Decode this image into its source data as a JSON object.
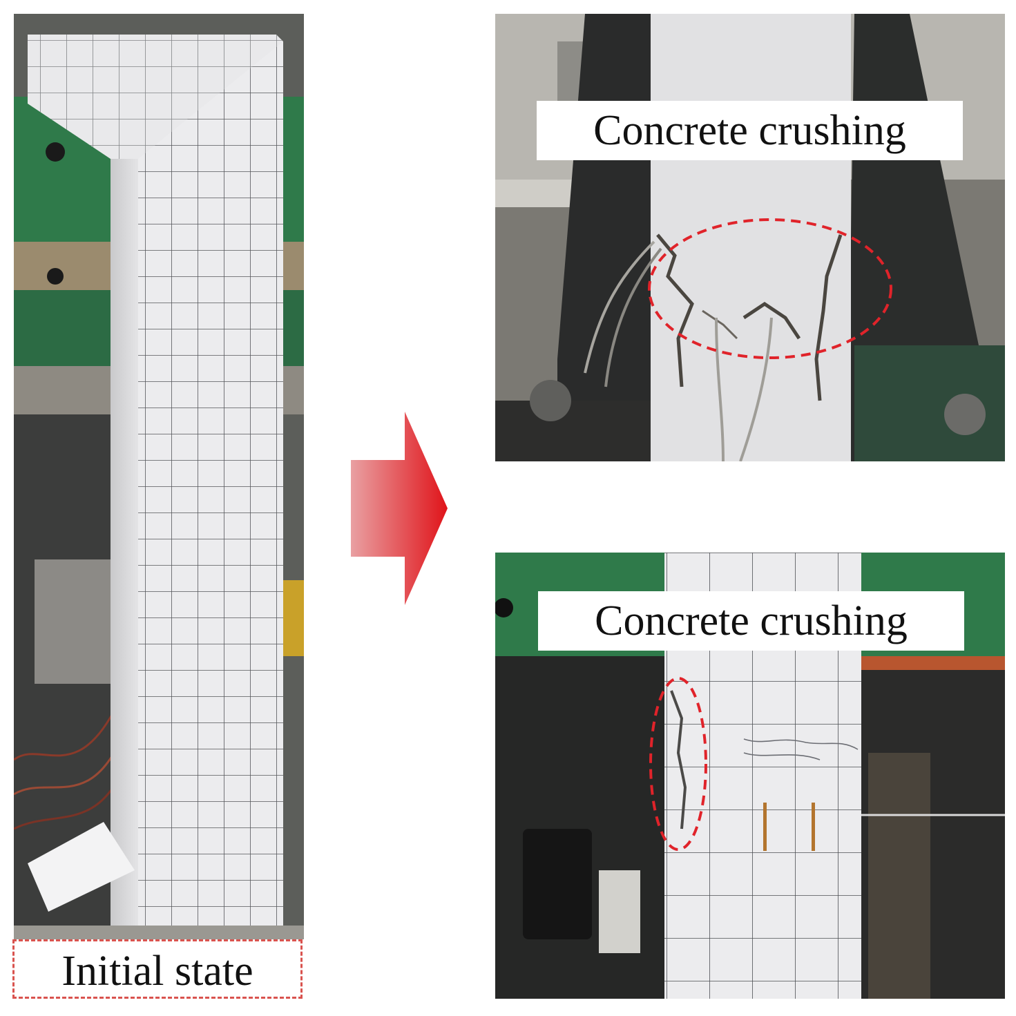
{
  "labels": {
    "initial": "Initial state",
    "crushing_top": "Concrete crushing",
    "crushing_bottom": "Concrete crushing"
  },
  "colors": {
    "arrow_light": "#e9a0a2",
    "arrow_dark": "#e0141a",
    "annotation_red": "#e0232a",
    "label_border": "#d9534f"
  }
}
